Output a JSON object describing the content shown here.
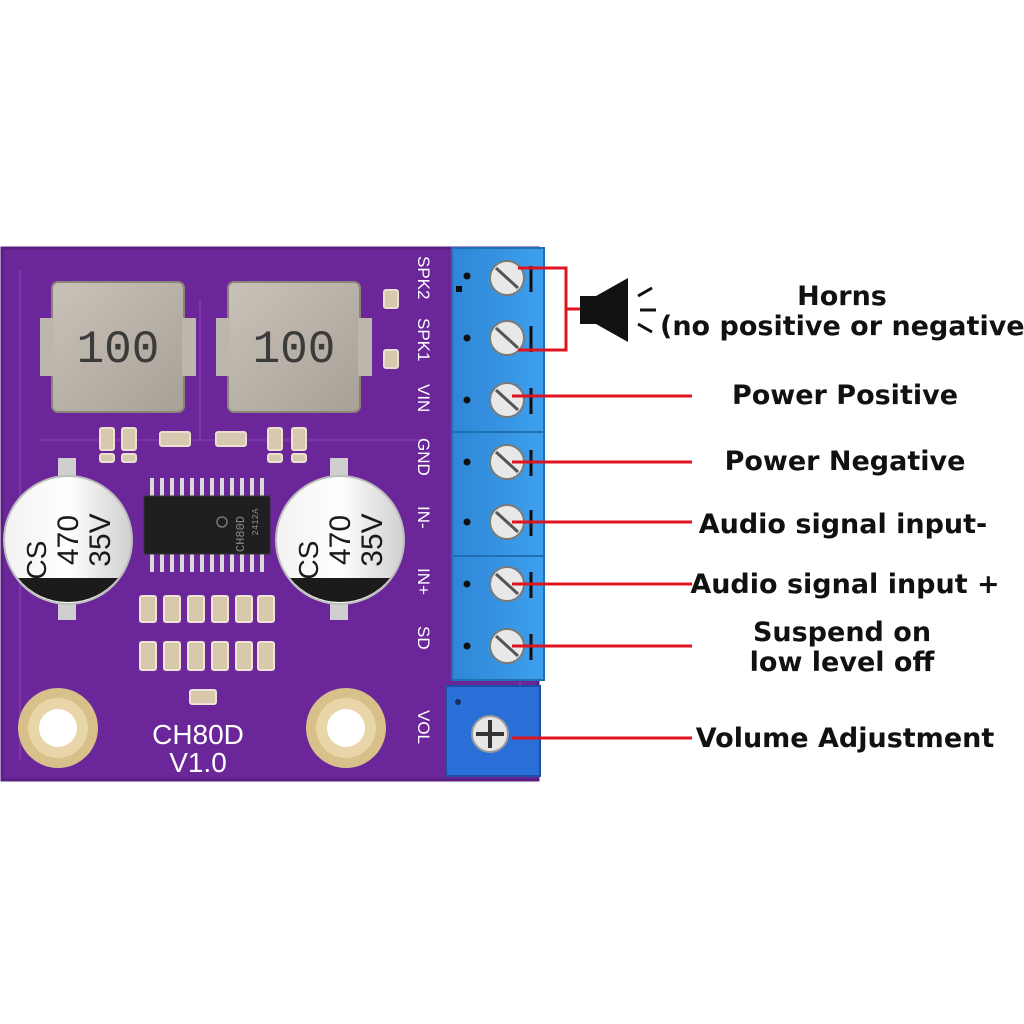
{
  "board": {
    "name": "CH80D",
    "version": "V1.0",
    "chip_marking": "CH80D",
    "chip_code": "2412A",
    "inductor_marking": "100",
    "capacitor": {
      "brand": "CS",
      "value": "470",
      "voltage": "35V"
    },
    "pcb_color": "#6e2a9c",
    "terminal_color": "#2e8fe0",
    "pin_labels": [
      "SPK2",
      "SPK1",
      "VIN",
      "GND",
      "IN-",
      "IN+",
      "SD",
      "VOL"
    ]
  },
  "callouts": {
    "horns_line1": "Horns",
    "horns_line2": "(no positive or negative)",
    "power_positive": "Power Positive",
    "power_negative": "Power Negative",
    "audio_input_minus": "Audio signal input-",
    "audio_input_plus": "Audio signal input +",
    "suspend_line1": "Suspend on",
    "suspend_line2": "low level off",
    "volume": "Volume Adjustment"
  },
  "icons": {
    "speaker": "speaker-icon"
  },
  "colors": {
    "callout_line": "#e0141e",
    "text": "#111111"
  }
}
